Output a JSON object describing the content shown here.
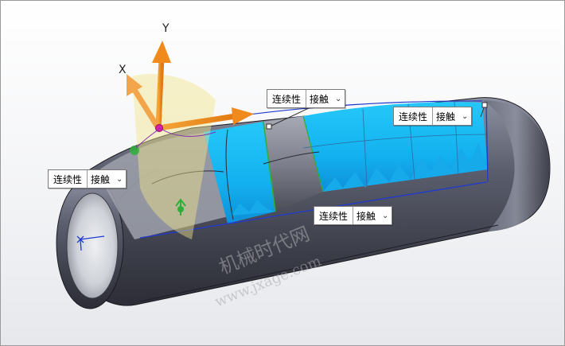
{
  "axes": {
    "x_label": "X",
    "y_label": "Y"
  },
  "callouts": [
    {
      "label": "连续性",
      "value": "接触"
    },
    {
      "label": "连续性",
      "value": "接触"
    },
    {
      "label": "连续性",
      "value": "接触"
    },
    {
      "label": "连续性",
      "value": "接触"
    }
  ],
  "watermark": {
    "line1": "机械时代网",
    "line2": "www.jxage.com"
  },
  "colors": {
    "body": "#4a4d5a",
    "patch": "#1fbff5",
    "arrow": "#f08a1c",
    "pink": "#e01ea8",
    "green": "#2fae3a",
    "blue": "#1f3ad0"
  }
}
